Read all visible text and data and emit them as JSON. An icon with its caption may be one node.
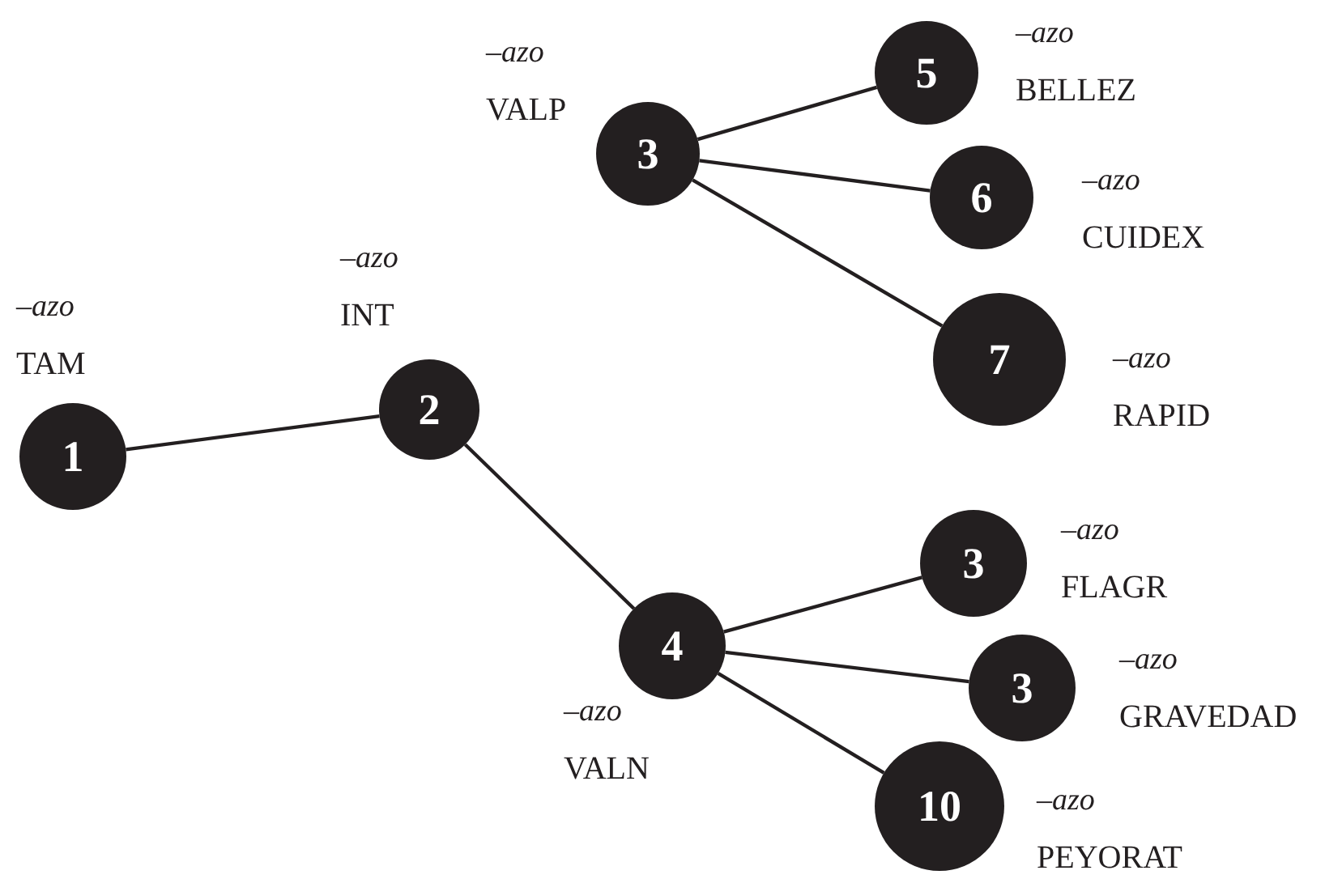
{
  "diagram": {
    "nodes": [
      {
        "text": [
          "1"
        ],
        "beside": [
          "–azo",
          "TAM"
        ]
      },
      {
        "text": [
          "2"
        ],
        "beside": [
          "–azo",
          "INT"
        ]
      },
      {
        "text": [
          "3"
        ],
        "beside": [
          "–azo",
          "VALP"
        ]
      },
      {
        "text": [
          "5"
        ],
        "beside": [
          "–azo",
          "BELLEZ"
        ]
      },
      {
        "text": [
          "6"
        ],
        "beside": [
          "–azo",
          "CUIDEX"
        ]
      },
      {
        "text": [
          "7"
        ],
        "beside": [
          "–azo",
          "RAPID"
        ]
      },
      {
        "text": [
          "4"
        ],
        "beside": [
          "–azo",
          "VALN"
        ]
      },
      {
        "text": [
          "3"
        ],
        "beside": [
          "–azo",
          "FLAGR"
        ]
      },
      {
        "text": [
          "3"
        ],
        "beside": [
          "–azo",
          "GRAVEDAD"
        ]
      },
      {
        "text": [
          "10"
        ],
        "beside": [
          "–azo",
          "PEYORAT"
        ]
      }
    ],
    "edges": [
      {
        "from": 0,
        "to": 1,
        "arrow": "none"
      },
      {
        "from": 2,
        "to": 3,
        "arrow": "none"
      },
      {
        "from": 2,
        "to": 4,
        "arrow": "none"
      },
      {
        "from": 2,
        "to": 5,
        "arrow": "none"
      },
      {
        "from": 1,
        "to": 6,
        "arrow": "none"
      },
      {
        "from": 6,
        "to": 7,
        "arrow": "none"
      },
      {
        "from": 6,
        "to": 8,
        "arrow": "none"
      },
      {
        "from": 6,
        "to": 9,
        "arrow": "none"
      }
    ]
  }
}
